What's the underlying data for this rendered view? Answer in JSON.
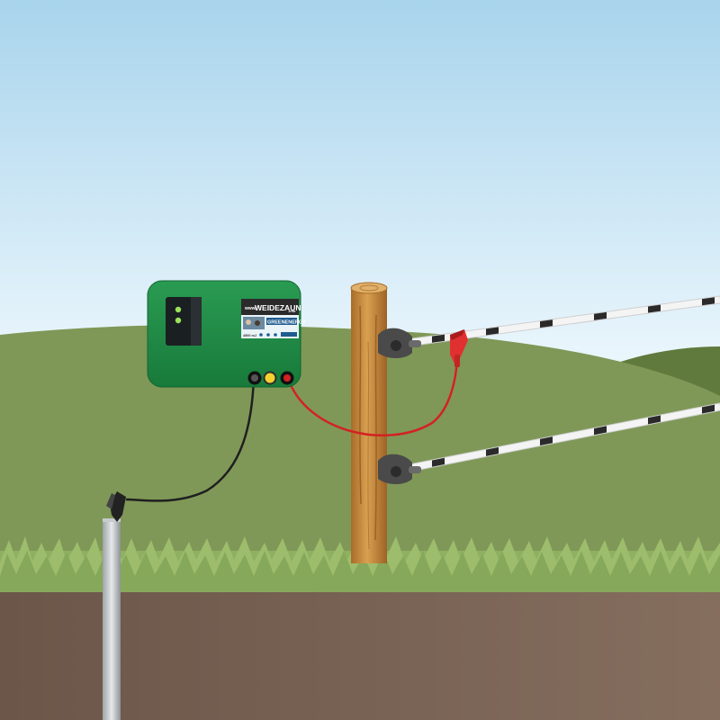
{
  "energizer": {
    "brand_small": "www.",
    "brand_name": "WEIDEZAUN",
    "brand_tld": ".info",
    "model_name": "GREENENERGY",
    "model_power": "4500 mJ"
  },
  "colors": {
    "sky_top": "#a8d4ec",
    "sky_bottom": "#f4fbff",
    "hill_back": "#6f8a4a",
    "hill_front": "#7f9857",
    "grass": "#8fb060",
    "soil": "#7a6557",
    "energizer_body": "#1f8a45",
    "red_cable": "#d32222",
    "black_cable": "#1f1f1f",
    "post_wood": "#c98d3f",
    "wire_white": "#f4f4f4",
    "wire_black": "#2a2a2a",
    "insulator": "#4a4a4a"
  },
  "icons": {
    "led": "indicator-led-icon",
    "terminal_ground": "ground-terminal-icon",
    "terminal_fence": "fence-terminal-icon",
    "clip": "crocodile-clip-icon"
  }
}
